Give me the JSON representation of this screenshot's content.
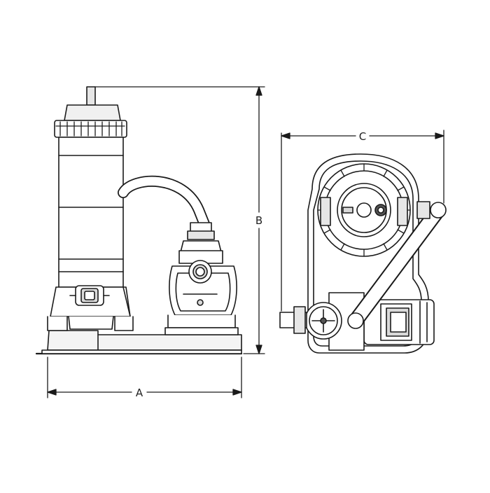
{
  "figure": {
    "type": "technical-dimension-drawing",
    "line_color": "#1a1a1a",
    "fill_gray": "#d9d9d9",
    "dark_gray": "#555555"
  },
  "dimensions": {
    "a_label": "A",
    "b_label": "B",
    "c_label": "C"
  },
  "views": {
    "side_view": {
      "parts": [
        "cartridge-filter",
        "hose",
        "pump",
        "base"
      ]
    },
    "top_view": {
      "parts": [
        "filter-lid",
        "hose",
        "pump-motor",
        "base-tray"
      ]
    }
  }
}
